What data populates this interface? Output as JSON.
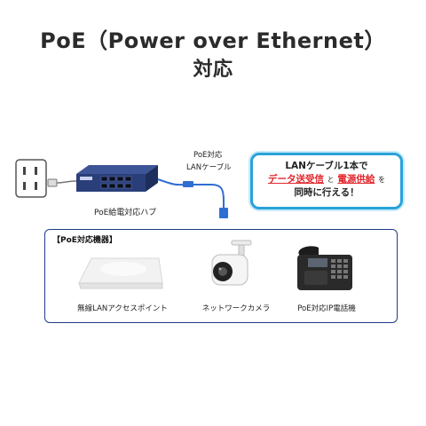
{
  "title": {
    "line1": "PoE（Power over Ethernet）",
    "line2": "対応"
  },
  "diagram": {
    "hub_label": "PoE給電対応ハブ",
    "cable_label_1": "PoE対応",
    "cable_label_2": "LANケーブル",
    "callout": {
      "line1": "LANケーブル1本で",
      "line2_a": "データ送受信",
      "line2_and": "と",
      "line2_b": "電源供給",
      "line2_end": "を",
      "line3": "同時に行える！"
    },
    "devices_box_title": "【PoE対応機器】",
    "devices": [
      {
        "label": "無線LANアクセスポイント",
        "icon": "access-point-icon"
      },
      {
        "label": "ネットワークカメラ",
        "icon": "network-camera-icon"
      },
      {
        "label": "PoE対応IP電話機",
        "icon": "ip-phone-icon"
      }
    ]
  },
  "colors": {
    "callout_border": "#29a3d9",
    "highlight_red": "#e1262c",
    "box_border": "#1f3c8a",
    "cable_blue": "#2f6fd1",
    "hub_body": "#2a3f7a"
  }
}
